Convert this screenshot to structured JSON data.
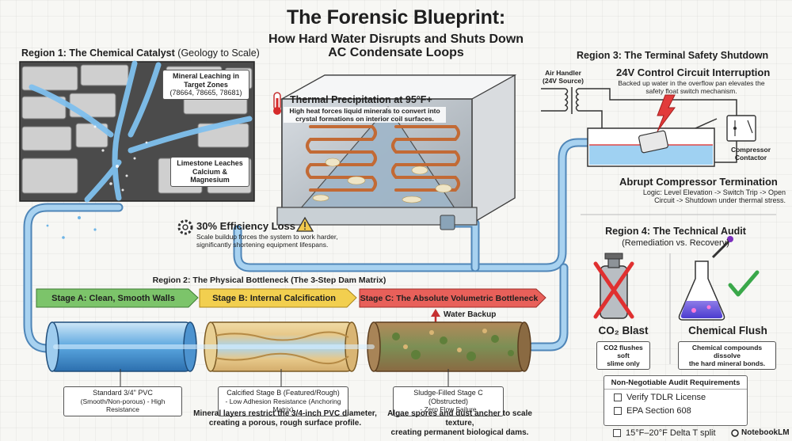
{
  "title": "The Forensic Blueprint:",
  "subtitle_line1": "How Hard Water Disrupts and Shuts Down",
  "subtitle_line2": "AC Condensate Loops",
  "region1": {
    "label": "Region 1: The Chemical Catalyst",
    "paren": "(Geology to Scale)",
    "leach_title": "Mineral Leaching in Target Zones",
    "leach_zips": "(78664, 78665, 78681)",
    "limestone_line1": "Limestone Leaches",
    "limestone_line2": "Calcium & Magnesium"
  },
  "thermal": {
    "title": "Thermal Precipitation at 95°F+",
    "text": "High heat forces liquid minerals to convert into crystal formations on interior coil surfaces."
  },
  "efficiency": {
    "title": "30% Efficiency Loss",
    "text": "Scale buildup forces the system to work harder, significantly shortening equipment lifespans."
  },
  "region2": {
    "label": "Region 2: The Physical Bottleneck (The 3-Step Dam Matrix)",
    "stage_a": "Stage A: Clean, Smooth Walls",
    "stage_b": "Stage B: Internal Calcification",
    "stage_c": "Stage C: The Absolute Volumetric Bottleneck",
    "water_backup": "Water Backup",
    "pipe_a_title": "Standard 3/4\" PVC",
    "pipe_a_sub": "(Smooth/Non-porous) - High Resistance",
    "pipe_b_title": "Calcified Stage B (Featured/Rough)",
    "pipe_b_sub": "- Low Adhesion Resistance (Anchoring Matrix)",
    "pipe_c_title": "Sludge-Filled Stage C (Obstructed)",
    "pipe_c_sub": "- Zero Flow Failure",
    "caption_b_line1": "Mineral layers restrict the 3/4-inch PVC diameter,",
    "caption_b_line2": "creating a porous, rough surface profile.",
    "caption_c_line1": "Algae spores and dust ancher to scale texture,",
    "caption_c_line2": "creating permanent biological dams."
  },
  "region3": {
    "label": "Region 3: The Terminal Safety Shutdown",
    "air_handler_line1": "Air Handler",
    "air_handler_line2": "(24V Source)",
    "control_title": "24V Control Circuit Interruption",
    "control_text": "Backed up water in the overflow pan elevates the safety float switch mechanism.",
    "contactor_line1": "Compressor",
    "contactor_line2": "Contactor",
    "termination_title": "Abrupt Compressor Termination",
    "termination_line1": "Logic: Level Elevation -> Switch Trip -> Open",
    "termination_line2": "Circuit -> Shutdown under thermal stress."
  },
  "region4": {
    "label": "Region 4: The Technical Audit",
    "paren": "(Remediation vs. Recovery)",
    "co2_title": "CO₂ Blast",
    "co2_text_line1": "CO2 flushes soft",
    "co2_text_line2": "slime only",
    "flush_title": "Chemical Flush",
    "flush_text_line1": "Chemical compounds dissolve",
    "flush_text_line2": "the hard mineral bonds.",
    "audit_title": "Non-Negotiable Audit Requirements",
    "audit_items": [
      "Verify TDLR License",
      "EPA Section 608",
      "15°F–20°F Delta T split"
    ]
  },
  "brand": "NotebookLM",
  "colors": {
    "water": "#8fc3e8",
    "stage_a": "#7cc46a",
    "stage_b": "#f2cf4f",
    "stage_c": "#e8605a",
    "alarm": "#d62b2b"
  }
}
